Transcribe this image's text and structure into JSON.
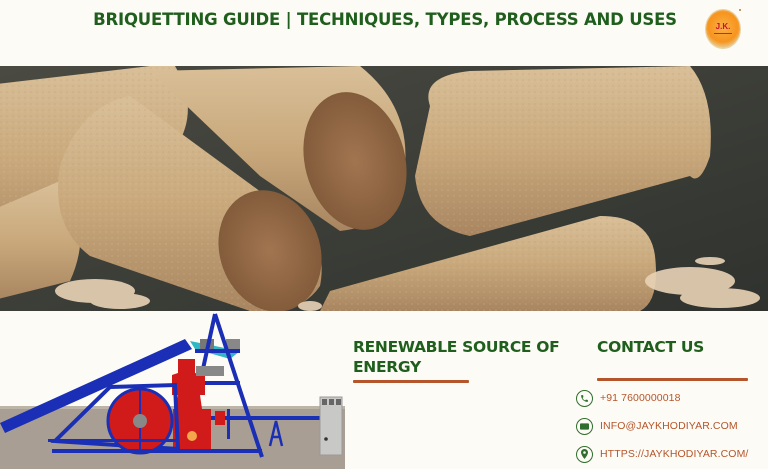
{
  "header": {
    "title": "BRIQUETTING GUIDE | TECHNIQUES, TYPES, PROCESS AND USES",
    "logo_text": "J.K."
  },
  "hero_image": {
    "description": "wood-briquettes-photo"
  },
  "machine_image": {
    "description": "briquetting-machine-illustration"
  },
  "sections": {
    "renewable": {
      "title": "RENEWABLE SOURCE OF ENERGY"
    },
    "contact": {
      "title": "CONTACT US",
      "items": [
        {
          "icon": "phone-icon",
          "text": "+91 7600000018"
        },
        {
          "icon": "email-icon",
          "text": "INFO@JAYKHODIYAR.COM"
        },
        {
          "icon": "location-pin-icon",
          "text": "HTTPS://JAYKHODIYAR.COM/"
        }
      ]
    }
  },
  "colors": {
    "heading_green": "#1f5e1d",
    "accent_rust": "#b5552b",
    "background_cream": "#fdfbf5",
    "logo_orange": "#f7941d"
  }
}
